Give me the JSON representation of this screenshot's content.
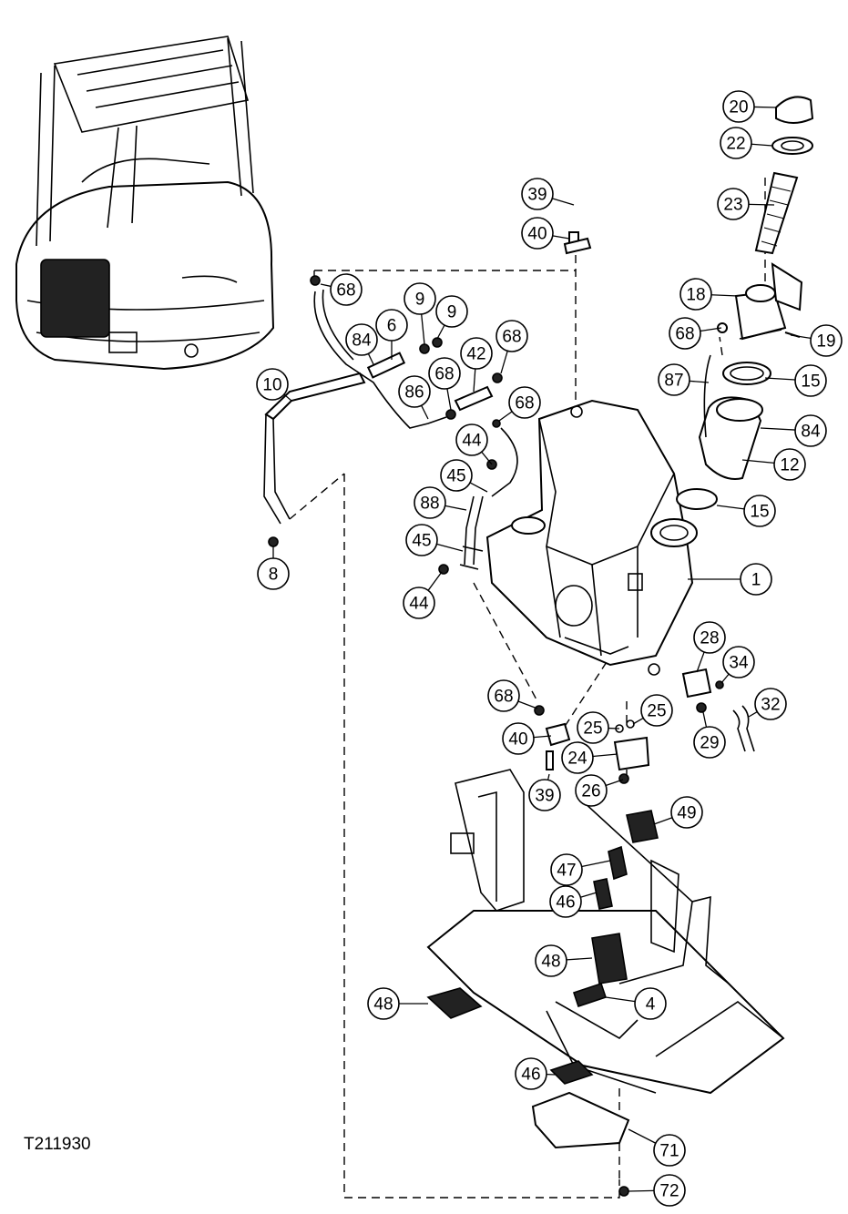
{
  "figure_id": "T211930",
  "callouts": [
    {
      "label": "20"
    },
    {
      "label": "22"
    },
    {
      "label": "23"
    },
    {
      "label": "18"
    },
    {
      "label": "68"
    },
    {
      "label": "19"
    },
    {
      "label": "87"
    },
    {
      "label": "15"
    },
    {
      "label": "84"
    },
    {
      "label": "12"
    },
    {
      "label": "15"
    },
    {
      "label": "1"
    },
    {
      "label": "39"
    },
    {
      "label": "40"
    },
    {
      "label": "68"
    },
    {
      "label": "9"
    },
    {
      "label": "9"
    },
    {
      "label": "84"
    },
    {
      "label": "6"
    },
    {
      "label": "68"
    },
    {
      "label": "42"
    },
    {
      "label": "68"
    },
    {
      "label": "68"
    },
    {
      "label": "86"
    },
    {
      "label": "10"
    },
    {
      "label": "44"
    },
    {
      "label": "45"
    },
    {
      "label": "88"
    },
    {
      "label": "45"
    },
    {
      "label": "44"
    },
    {
      "label": "8"
    },
    {
      "label": "28"
    },
    {
      "label": "34"
    },
    {
      "label": "32"
    },
    {
      "label": "29"
    },
    {
      "label": "25"
    },
    {
      "label": "25"
    },
    {
      "label": "68"
    },
    {
      "label": "40"
    },
    {
      "label": "24"
    },
    {
      "label": "26"
    },
    {
      "label": "39"
    },
    {
      "label": "49"
    },
    {
      "label": "47"
    },
    {
      "label": "46"
    },
    {
      "label": "48"
    },
    {
      "label": "48"
    },
    {
      "label": "4"
    },
    {
      "label": "46"
    },
    {
      "label": "71"
    },
    {
      "label": "72"
    }
  ]
}
